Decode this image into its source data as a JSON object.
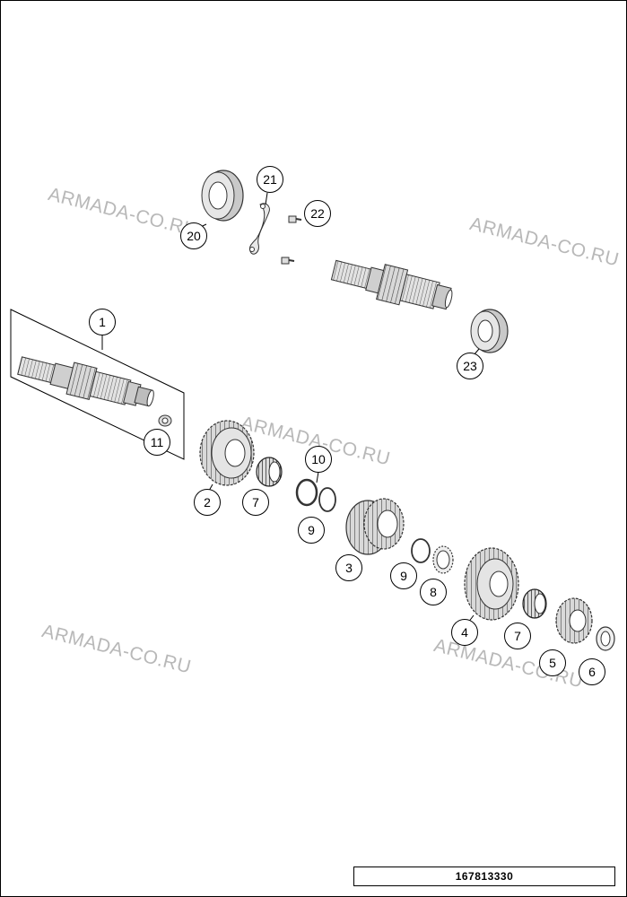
{
  "watermark": "ARMADA-CO.RU",
  "callouts": {
    "c1": "1",
    "c2": "2",
    "c3": "3",
    "c4": "4",
    "c5": "5",
    "c6": "6",
    "c7a": "7",
    "c7b": "7",
    "c8": "8",
    "c9a": "9",
    "c9b": "9",
    "c10": "10",
    "c11": "11",
    "c20": "20",
    "c21": "21",
    "c22": "22",
    "c23": "23"
  },
  "part_number": "167813330"
}
